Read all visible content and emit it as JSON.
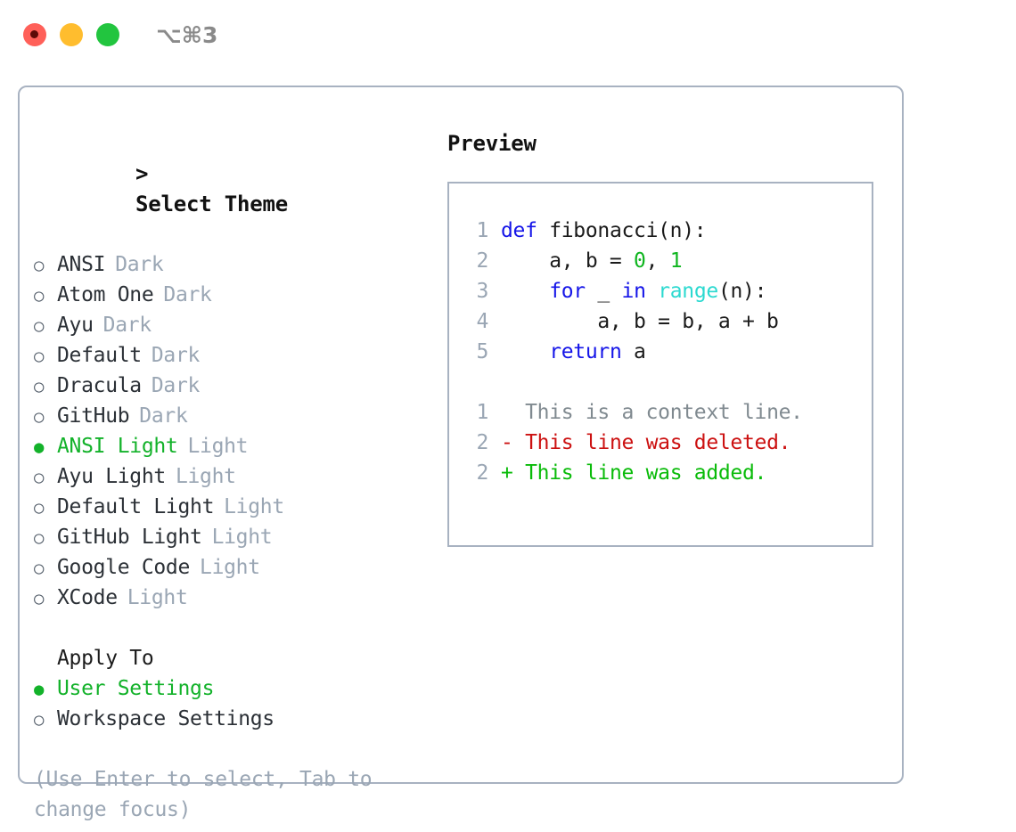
{
  "titlebar": {
    "shortcut": "⌥⌘3",
    "buttons": [
      "close",
      "minimize",
      "maximize"
    ]
  },
  "left": {
    "heading": "Select Theme",
    "caret": ">",
    "marker_unselected": "○",
    "marker_selected": "●",
    "themes": [
      {
        "label": "ANSI",
        "kind": "Dark",
        "selected": false
      },
      {
        "label": "Atom One",
        "kind": "Dark",
        "selected": false
      },
      {
        "label": "Ayu",
        "kind": "Dark",
        "selected": false
      },
      {
        "label": "Default",
        "kind": "Dark",
        "selected": false
      },
      {
        "label": "Dracula",
        "kind": "Dark",
        "selected": false
      },
      {
        "label": "GitHub",
        "kind": "Dark",
        "selected": false
      },
      {
        "label": "ANSI Light",
        "kind": "Light",
        "selected": true
      },
      {
        "label": "Ayu Light",
        "kind": "Light",
        "selected": false
      },
      {
        "label": "Default Light",
        "kind": "Light",
        "selected": false
      },
      {
        "label": "GitHub Light",
        "kind": "Light",
        "selected": false
      },
      {
        "label": "Google Code",
        "kind": "Light",
        "selected": false
      },
      {
        "label": "XCode",
        "kind": "Light",
        "selected": false
      }
    ],
    "apply_to_heading": "Apply To",
    "apply_to": [
      {
        "label": "User Settings",
        "selected": true
      },
      {
        "label": "Workspace Settings",
        "selected": false
      }
    ],
    "hint": "(Use Enter to select, Tab to change focus)"
  },
  "preview": {
    "heading": "Preview",
    "code_lines": [
      {
        "no": "1",
        "tokens": [
          {
            "t": "def ",
            "c": "kw"
          },
          {
            "t": "fibonacci(n):",
            "c": "plain"
          }
        ]
      },
      {
        "no": "2",
        "tokens": [
          {
            "t": "    a, b = ",
            "c": "plain"
          },
          {
            "t": "0",
            "c": "num"
          },
          {
            "t": ", ",
            "c": "plain"
          },
          {
            "t": "1",
            "c": "num"
          }
        ]
      },
      {
        "no": "3",
        "tokens": [
          {
            "t": "    ",
            "c": "plain"
          },
          {
            "t": "for",
            "c": "kw"
          },
          {
            "t": " _ ",
            "c": "plain"
          },
          {
            "t": "in",
            "c": "kw"
          },
          {
            "t": " ",
            "c": "plain"
          },
          {
            "t": "range",
            "c": "builtin"
          },
          {
            "t": "(n):",
            "c": "plain"
          }
        ]
      },
      {
        "no": "4",
        "tokens": [
          {
            "t": "        a, b = b, a + b",
            "c": "plain"
          }
        ]
      },
      {
        "no": "5",
        "tokens": [
          {
            "t": "    ",
            "c": "plain"
          },
          {
            "t": "return",
            "c": "kw"
          },
          {
            "t": " a",
            "c": "plain"
          }
        ]
      }
    ],
    "diff_lines": [
      {
        "no": "1",
        "sign": " ",
        "text": "This is a context line.",
        "kind": "ctx"
      },
      {
        "no": "2",
        "sign": "-",
        "text": "This line was deleted.",
        "kind": "del"
      },
      {
        "no": "2",
        "sign": "+",
        "text": "This line was added.",
        "kind": "add"
      }
    ]
  },
  "colors": {
    "border": "#a8b2c1",
    "selected_green": "#13b22a",
    "muted": "#9aa6b4",
    "keyword_blue": "#1515e8",
    "number_green": "#0fb51f",
    "builtin_cyan": "#2bd9d0",
    "diff_delete_red": "#cc1111",
    "diff_add_green": "#09bb09",
    "traffic_red": "#ff6059",
    "traffic_yellow": "#ffbd2e",
    "traffic_green": "#22c53f"
  }
}
